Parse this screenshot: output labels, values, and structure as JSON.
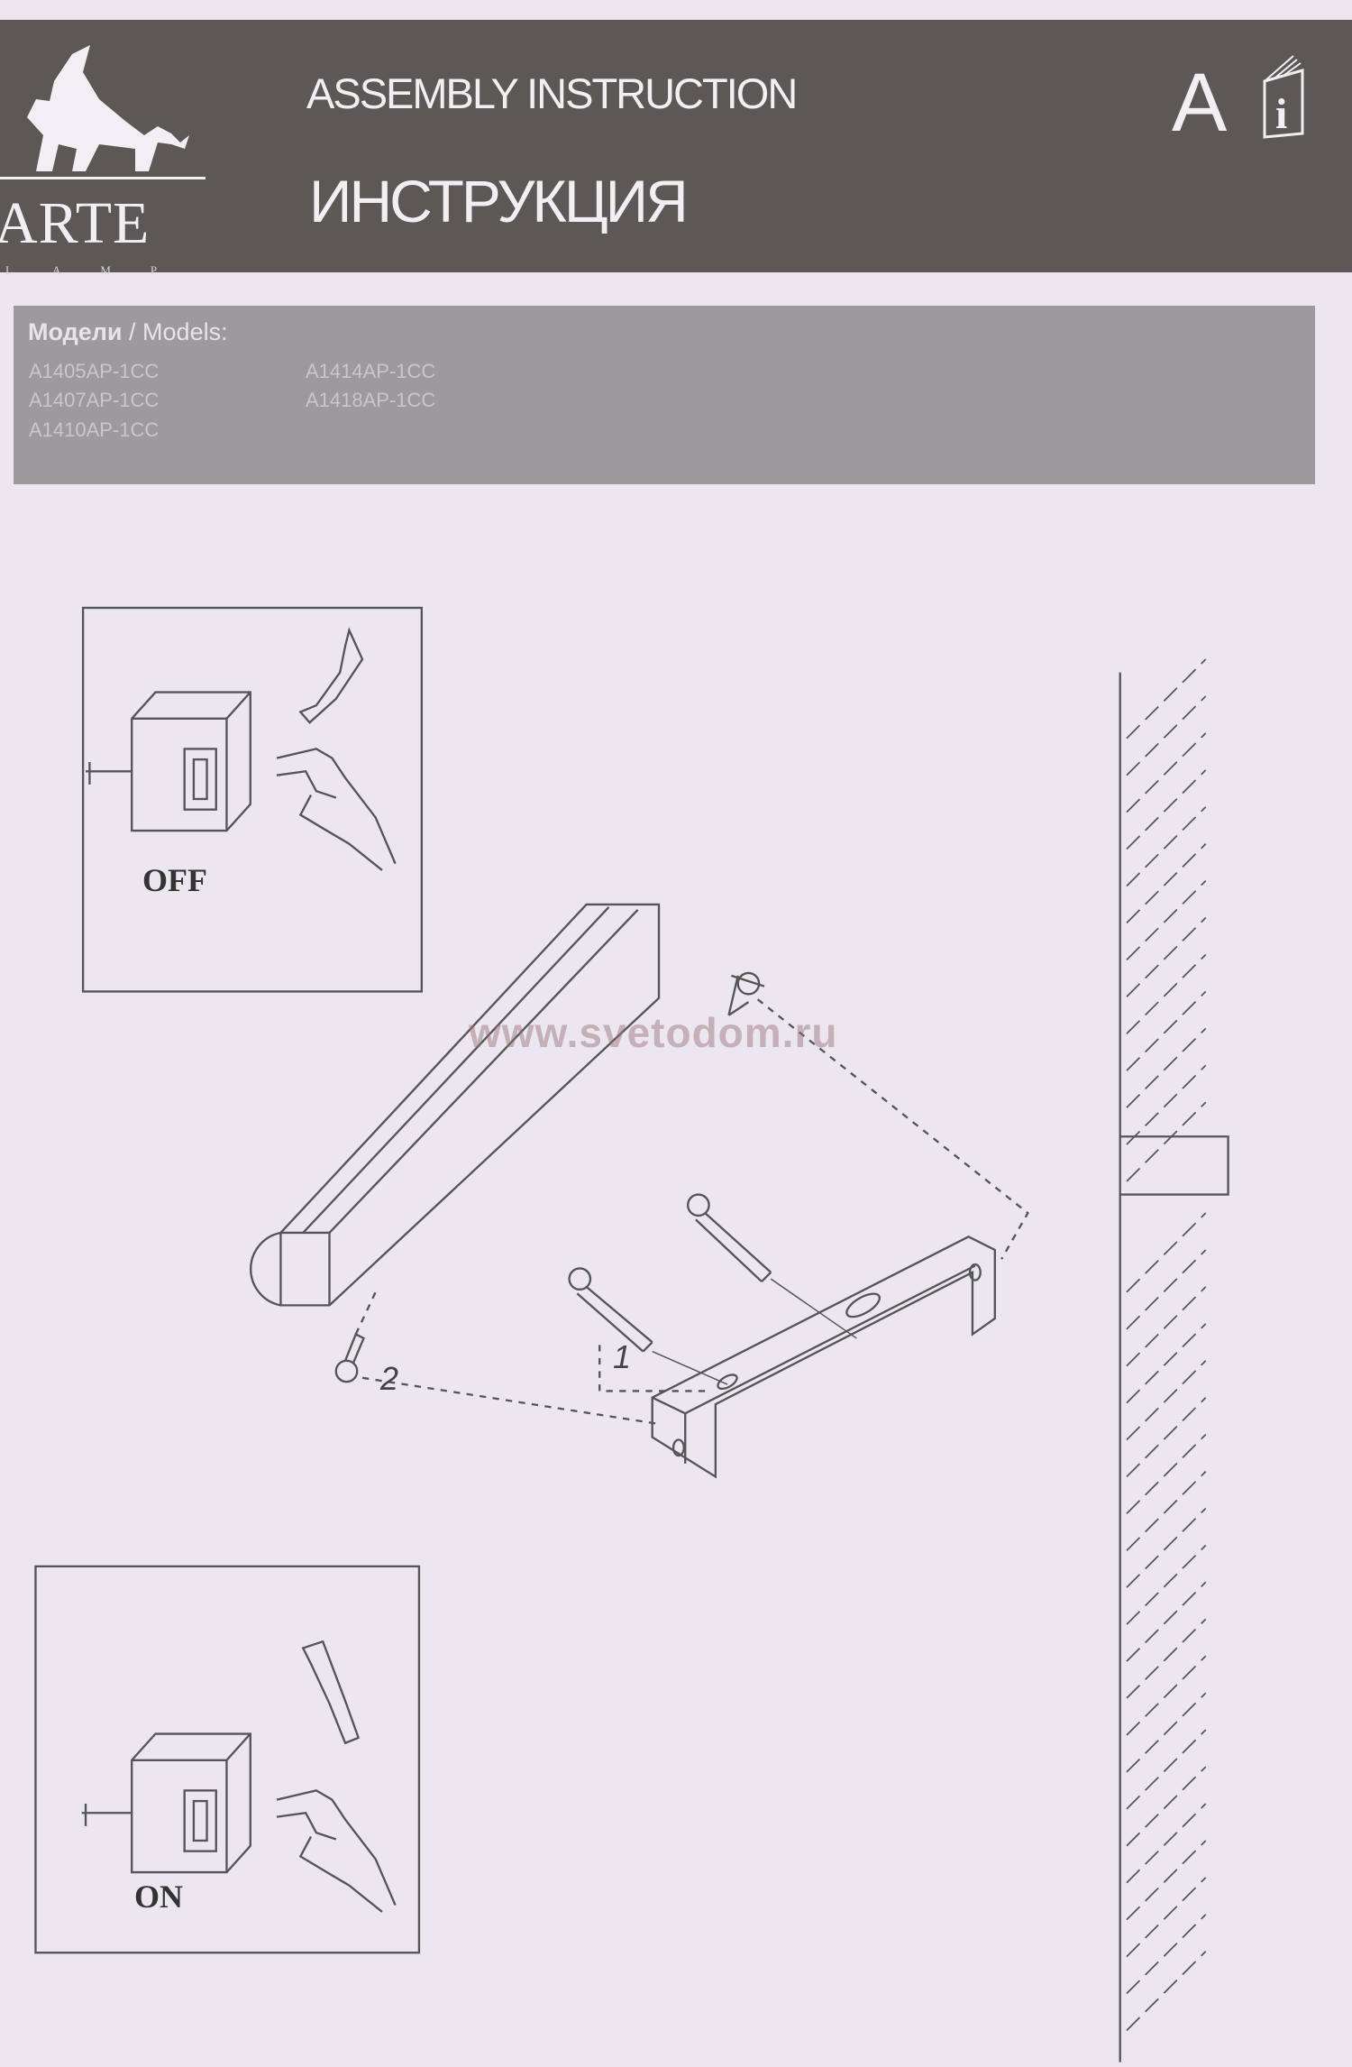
{
  "header": {
    "brand": "ARTE",
    "brand_sub": "LAMP",
    "title_en": "ASSEMBLY INSTRUCTION",
    "title_ru": "ИНСТРУКЦИЯ",
    "language_letter": "A",
    "info_icon": "book-info-icon"
  },
  "models": {
    "label_ru": "Модели",
    "label_sep": " / Models:",
    "items": [
      "A1405AP-1CC",
      "A1407AP-1CC",
      "A1410AP-1CC",
      "A1414AP-1CC",
      "A1418AP-1CC"
    ]
  },
  "diagram": {
    "switch_off_label": "OFF",
    "switch_on_label": "ON",
    "step_1": "1",
    "step_2": "2",
    "watermark": "www.svetodom.ru"
  },
  "colors": {
    "header_bg": "#5b5856",
    "models_bg": "#9c9a9d",
    "paper": "#ebe6f0",
    "line": "#555555"
  }
}
